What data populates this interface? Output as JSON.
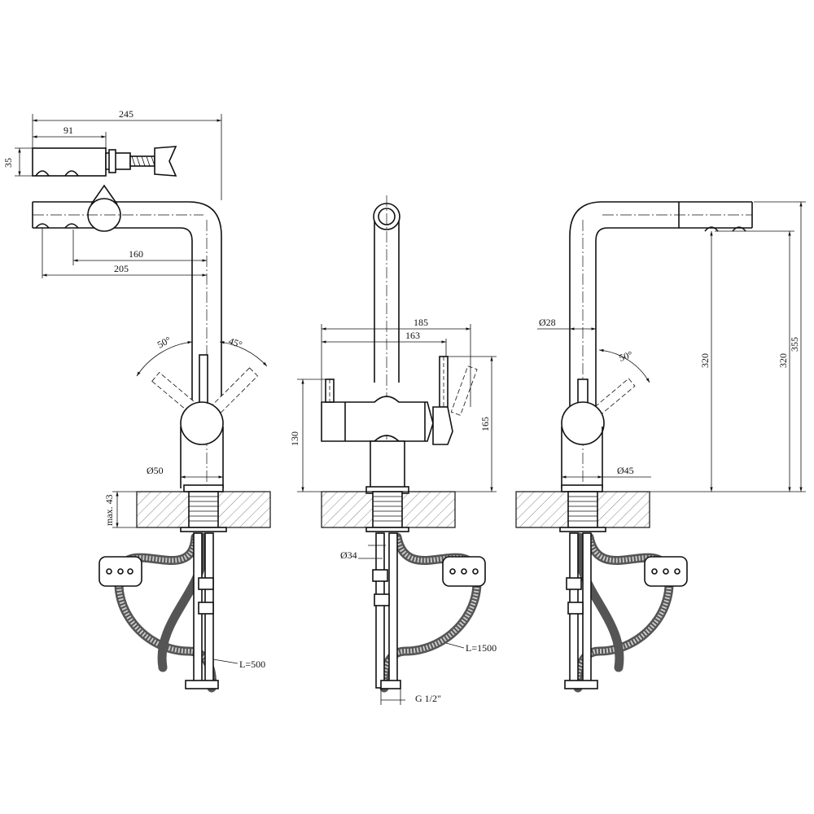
{
  "dimensions": {
    "overall_width": "245",
    "spray_head_length": "91",
    "spray_head_height": "35",
    "reach_160": "160",
    "reach_205": "205",
    "lever_angle_left": "50°",
    "lever_angle_right": "45°",
    "base_diameter_front": "Ø50",
    "countertop_max": "max. 43",
    "body_width_185": "185",
    "body_width_163": "163",
    "lever_height_130": "130",
    "lever_height_165": "165",
    "shank_diameter": "Ø34",
    "hose_length_center": "L=1500",
    "thread": "G 1/2\"",
    "hose_length_left": "L=500",
    "spout_diameter": "Ø28",
    "lever_angle_side": "50°",
    "base_diameter_side": "Ø45",
    "height_320_inner": "320",
    "height_320_outer": "320",
    "height_355": "355"
  },
  "colors": {
    "line": "#111111",
    "hose": "#555555",
    "background": "#ffffff"
  }
}
